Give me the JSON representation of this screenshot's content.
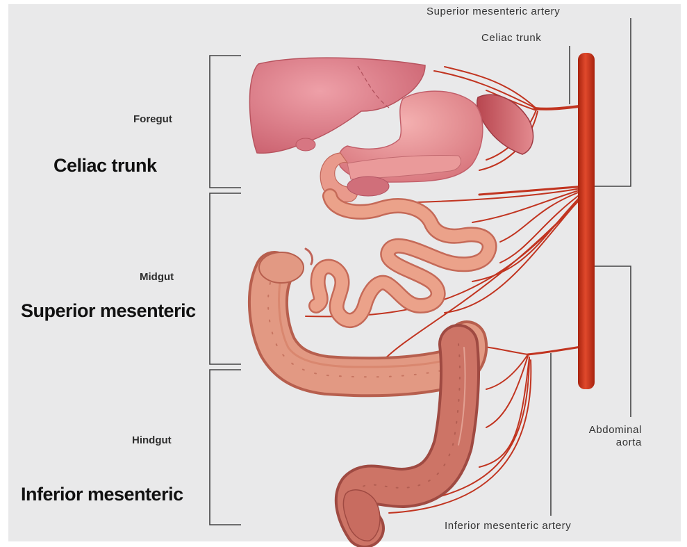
{
  "labels": {
    "superior_mesenteric_artery": "Superior mesenteric artery",
    "celiac_trunk_top": "Celiac trunk",
    "foregut": "Foregut",
    "celiac_trunk_left": "Celiac trunk",
    "midgut": "Midgut",
    "superior_mesenteric_left": "Superior mesenteric",
    "hindgut": "Hindgut",
    "inferior_mesenteric_left": "Inferior mesenteric",
    "abdominal_aorta_line1": "Abdominal",
    "abdominal_aorta_line2": "aorta",
    "inferior_mesenteric_artery": "Inferior mesenteric artery"
  },
  "colors": {
    "background": "#e9e9ea",
    "artery": "#c8321f",
    "artery_dark": "#9a2214",
    "liver": "#d9737e",
    "stomach": "#e3848a",
    "intestine": "#e9977f",
    "colon": "#de8f78",
    "hindgut_colon": "#cd7466",
    "leader_line": "#444444"
  }
}
